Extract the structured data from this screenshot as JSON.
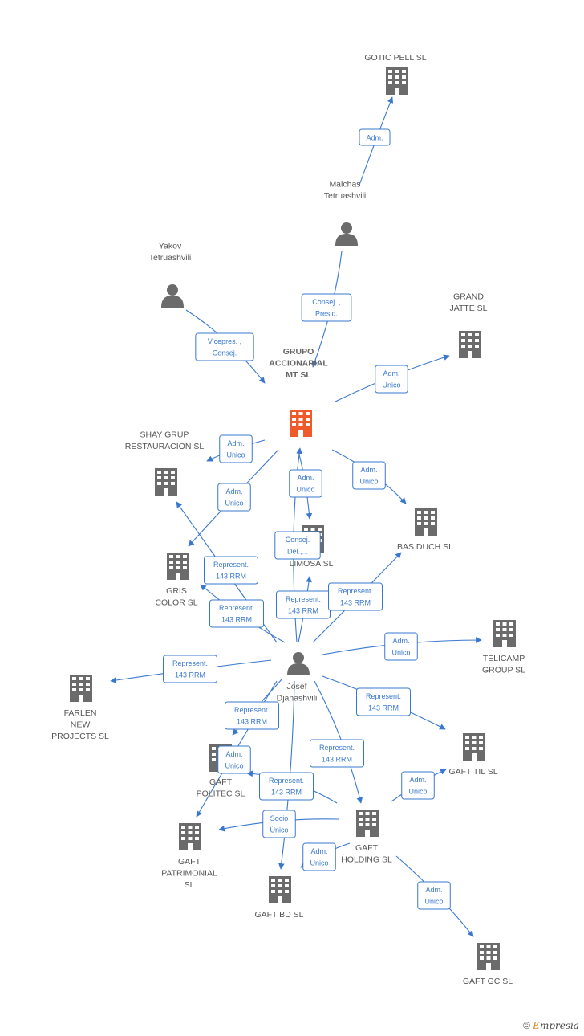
{
  "nodes": [
    {
      "id": "gotic",
      "type": "company",
      "lines": [
        "GOTIC PELL SL"
      ]
    },
    {
      "id": "malchas",
      "type": "person",
      "lines": [
        "Malchas",
        "Tetruashvili"
      ]
    },
    {
      "id": "yakov",
      "type": "person",
      "lines": [
        "Yakov",
        "Tetruashvili"
      ]
    },
    {
      "id": "grand",
      "type": "company",
      "lines": [
        "GRAND",
        "JATTE SL"
      ]
    },
    {
      "id": "grupo",
      "type": "company",
      "main": true,
      "lines": [
        "GRUPO",
        "ACCIONARIAL",
        "MT SL"
      ]
    },
    {
      "id": "shay",
      "type": "company",
      "lines": [
        "SHAY GRUP",
        "RESTAURACION SL"
      ]
    },
    {
      "id": "basduch",
      "type": "company",
      "lines": [
        "BAS DUCH SL"
      ]
    },
    {
      "id": "limosa",
      "type": "company",
      "lines": [
        "LIMOSA SL"
      ]
    },
    {
      "id": "gris",
      "type": "company",
      "lines": [
        "GRIS",
        "COLOR SL"
      ]
    },
    {
      "id": "telicamp",
      "type": "company",
      "lines": [
        "TELICAMP",
        "GROUP SL"
      ]
    },
    {
      "id": "josef",
      "type": "person",
      "lines": [
        "Josef",
        "Djanashvili"
      ]
    },
    {
      "id": "farlen",
      "type": "company",
      "lines": [
        "FARLEN",
        "NEW",
        "PROJECTS SL"
      ]
    },
    {
      "id": "gafttil",
      "type": "company",
      "lines": [
        "GAFT TIL  SL"
      ]
    },
    {
      "id": "politec",
      "type": "company",
      "lines": [
        "GAFT",
        "POLITEC  SL"
      ]
    },
    {
      "id": "holding",
      "type": "company",
      "lines": [
        "GAFT",
        "HOLDING  SL"
      ]
    },
    {
      "id": "patrimonial",
      "type": "company",
      "lines": [
        "GAFT",
        "PATRIMONIAL",
        "SL"
      ]
    },
    {
      "id": "gaftbd",
      "type": "company",
      "lines": [
        "GAFT BD  SL"
      ]
    },
    {
      "id": "gaftgc",
      "type": "company",
      "lines": [
        "GAFT GC  SL"
      ]
    }
  ],
  "edge_labels": [
    {
      "id": "e1",
      "lines": [
        "Adm."
      ]
    },
    {
      "id": "e2",
      "lines": [
        "Consej. ,",
        "Presid."
      ]
    },
    {
      "id": "e3",
      "lines": [
        "Vicepres. ,",
        "Consej."
      ]
    },
    {
      "id": "e4",
      "lines": [
        "Adm.",
        "Unico"
      ]
    },
    {
      "id": "e5",
      "lines": [
        "Adm.",
        "Unico"
      ]
    },
    {
      "id": "e6",
      "lines": [
        "Adm.",
        "Unico"
      ]
    },
    {
      "id": "e7",
      "lines": [
        "Adm.",
        "Unico"
      ]
    },
    {
      "id": "e8",
      "lines": [
        "Adm.",
        "Unico"
      ]
    },
    {
      "id": "e9",
      "lines": [
        "Consej.",
        "Del.,..."
      ]
    },
    {
      "id": "e10",
      "lines": [
        "Represent.",
        "143 RRM"
      ]
    },
    {
      "id": "e11",
      "lines": [
        "Represent.",
        "143 RRM"
      ]
    },
    {
      "id": "e12",
      "lines": [
        "Represent.",
        "143 RRM"
      ]
    },
    {
      "id": "e13",
      "lines": [
        "Represent.",
        "143 RRM"
      ]
    },
    {
      "id": "e14",
      "lines": [
        "Adm.",
        "Unico"
      ]
    },
    {
      "id": "e15",
      "lines": [
        "Represent.",
        "143 RRM"
      ]
    },
    {
      "id": "e16",
      "lines": [
        "Represent.",
        "143 RRM"
      ]
    },
    {
      "id": "e17",
      "lines": [
        "Represent.",
        "143 RRM"
      ]
    },
    {
      "id": "e18",
      "lines": [
        "Represent.",
        "143 RRM"
      ]
    },
    {
      "id": "e19",
      "lines": [
        "Adm.",
        "Unico"
      ]
    },
    {
      "id": "e20",
      "lines": [
        "Adm.",
        "Unico"
      ]
    },
    {
      "id": "e21",
      "lines": [
        "Represent.",
        "143 RRM"
      ]
    },
    {
      "id": "e22",
      "lines": [
        "Socio",
        "Único"
      ]
    },
    {
      "id": "e23",
      "lines": [
        "Adm.",
        "Unico"
      ]
    },
    {
      "id": "e24",
      "lines": [
        "Adm.",
        "Unico"
      ]
    }
  ],
  "colors": {
    "edge": "#3a78d0",
    "company": "#6b6b6b",
    "main_company": "#f0592a",
    "person": "#6b6b6b"
  },
  "footer": {
    "copyright": "©",
    "brand_initial": "E",
    "brand_rest": "mpresia"
  }
}
